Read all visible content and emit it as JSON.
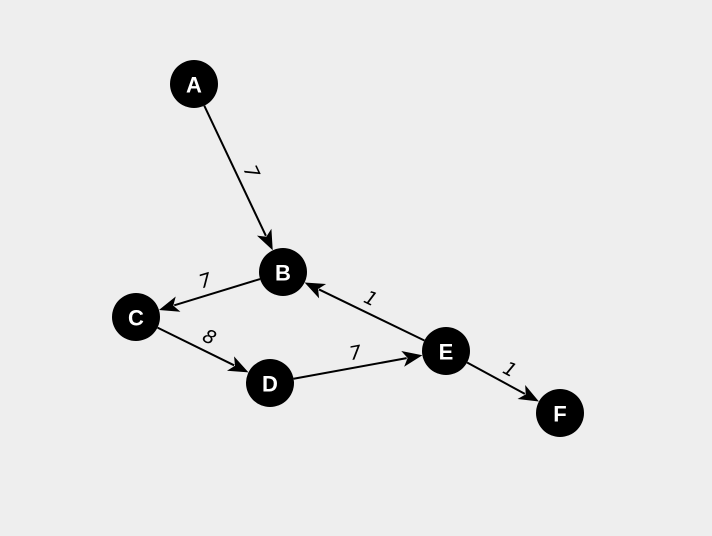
{
  "graph": {
    "nodes": [
      {
        "id": "A",
        "label": "A"
      },
      {
        "id": "B",
        "label": "B"
      },
      {
        "id": "C",
        "label": "C"
      },
      {
        "id": "D",
        "label": "D"
      },
      {
        "id": "E",
        "label": "E"
      },
      {
        "id": "F",
        "label": "F"
      }
    ],
    "edges": [
      {
        "from": "A",
        "to": "B",
        "weight": "7"
      },
      {
        "from": "B",
        "to": "C",
        "weight": "7"
      },
      {
        "from": "C",
        "to": "D",
        "weight": "8"
      },
      {
        "from": "D",
        "to": "E",
        "weight": "7"
      },
      {
        "from": "E",
        "to": "B",
        "weight": "1"
      },
      {
        "from": "E",
        "to": "F",
        "weight": "1"
      }
    ],
    "colors": {
      "background": "#eeeeee",
      "node_fill": "#000000",
      "node_text": "#ffffff",
      "edge": "#000000"
    }
  }
}
